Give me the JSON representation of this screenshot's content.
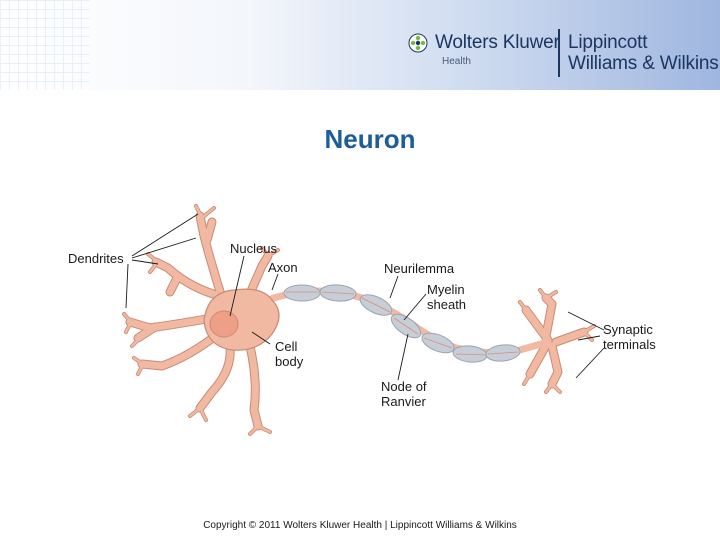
{
  "header": {
    "brand": "Wolters Kluwer",
    "brand_sub": "Health",
    "publisher_line1": "Lippincott",
    "publisher_line2": "Williams & Wilkins"
  },
  "title": "Neuron",
  "labels": {
    "dendrites": "Dendrites",
    "nucleus": "Nucleus",
    "axon": "Axon",
    "neurilemma": "Neurilemma",
    "myelin_1": "Myelin",
    "myelin_2": "sheath",
    "cell_1": "Cell",
    "cell_2": "body",
    "node_1": "Node of",
    "node_2": "Ranvier",
    "synaptic_1": "Synaptic",
    "synaptic_2": "terminals"
  },
  "footer": "Copyright © 2011 Wolters Kluwer Health | Lippincott Williams & Wilkins",
  "colors": {
    "neuron_fill": "#f2b9a2",
    "neuron_stroke": "#c98a74",
    "myelin_fill": "#c8ced8",
    "nucleus_fill": "#ee9f86",
    "title": "#1f5c9a"
  }
}
